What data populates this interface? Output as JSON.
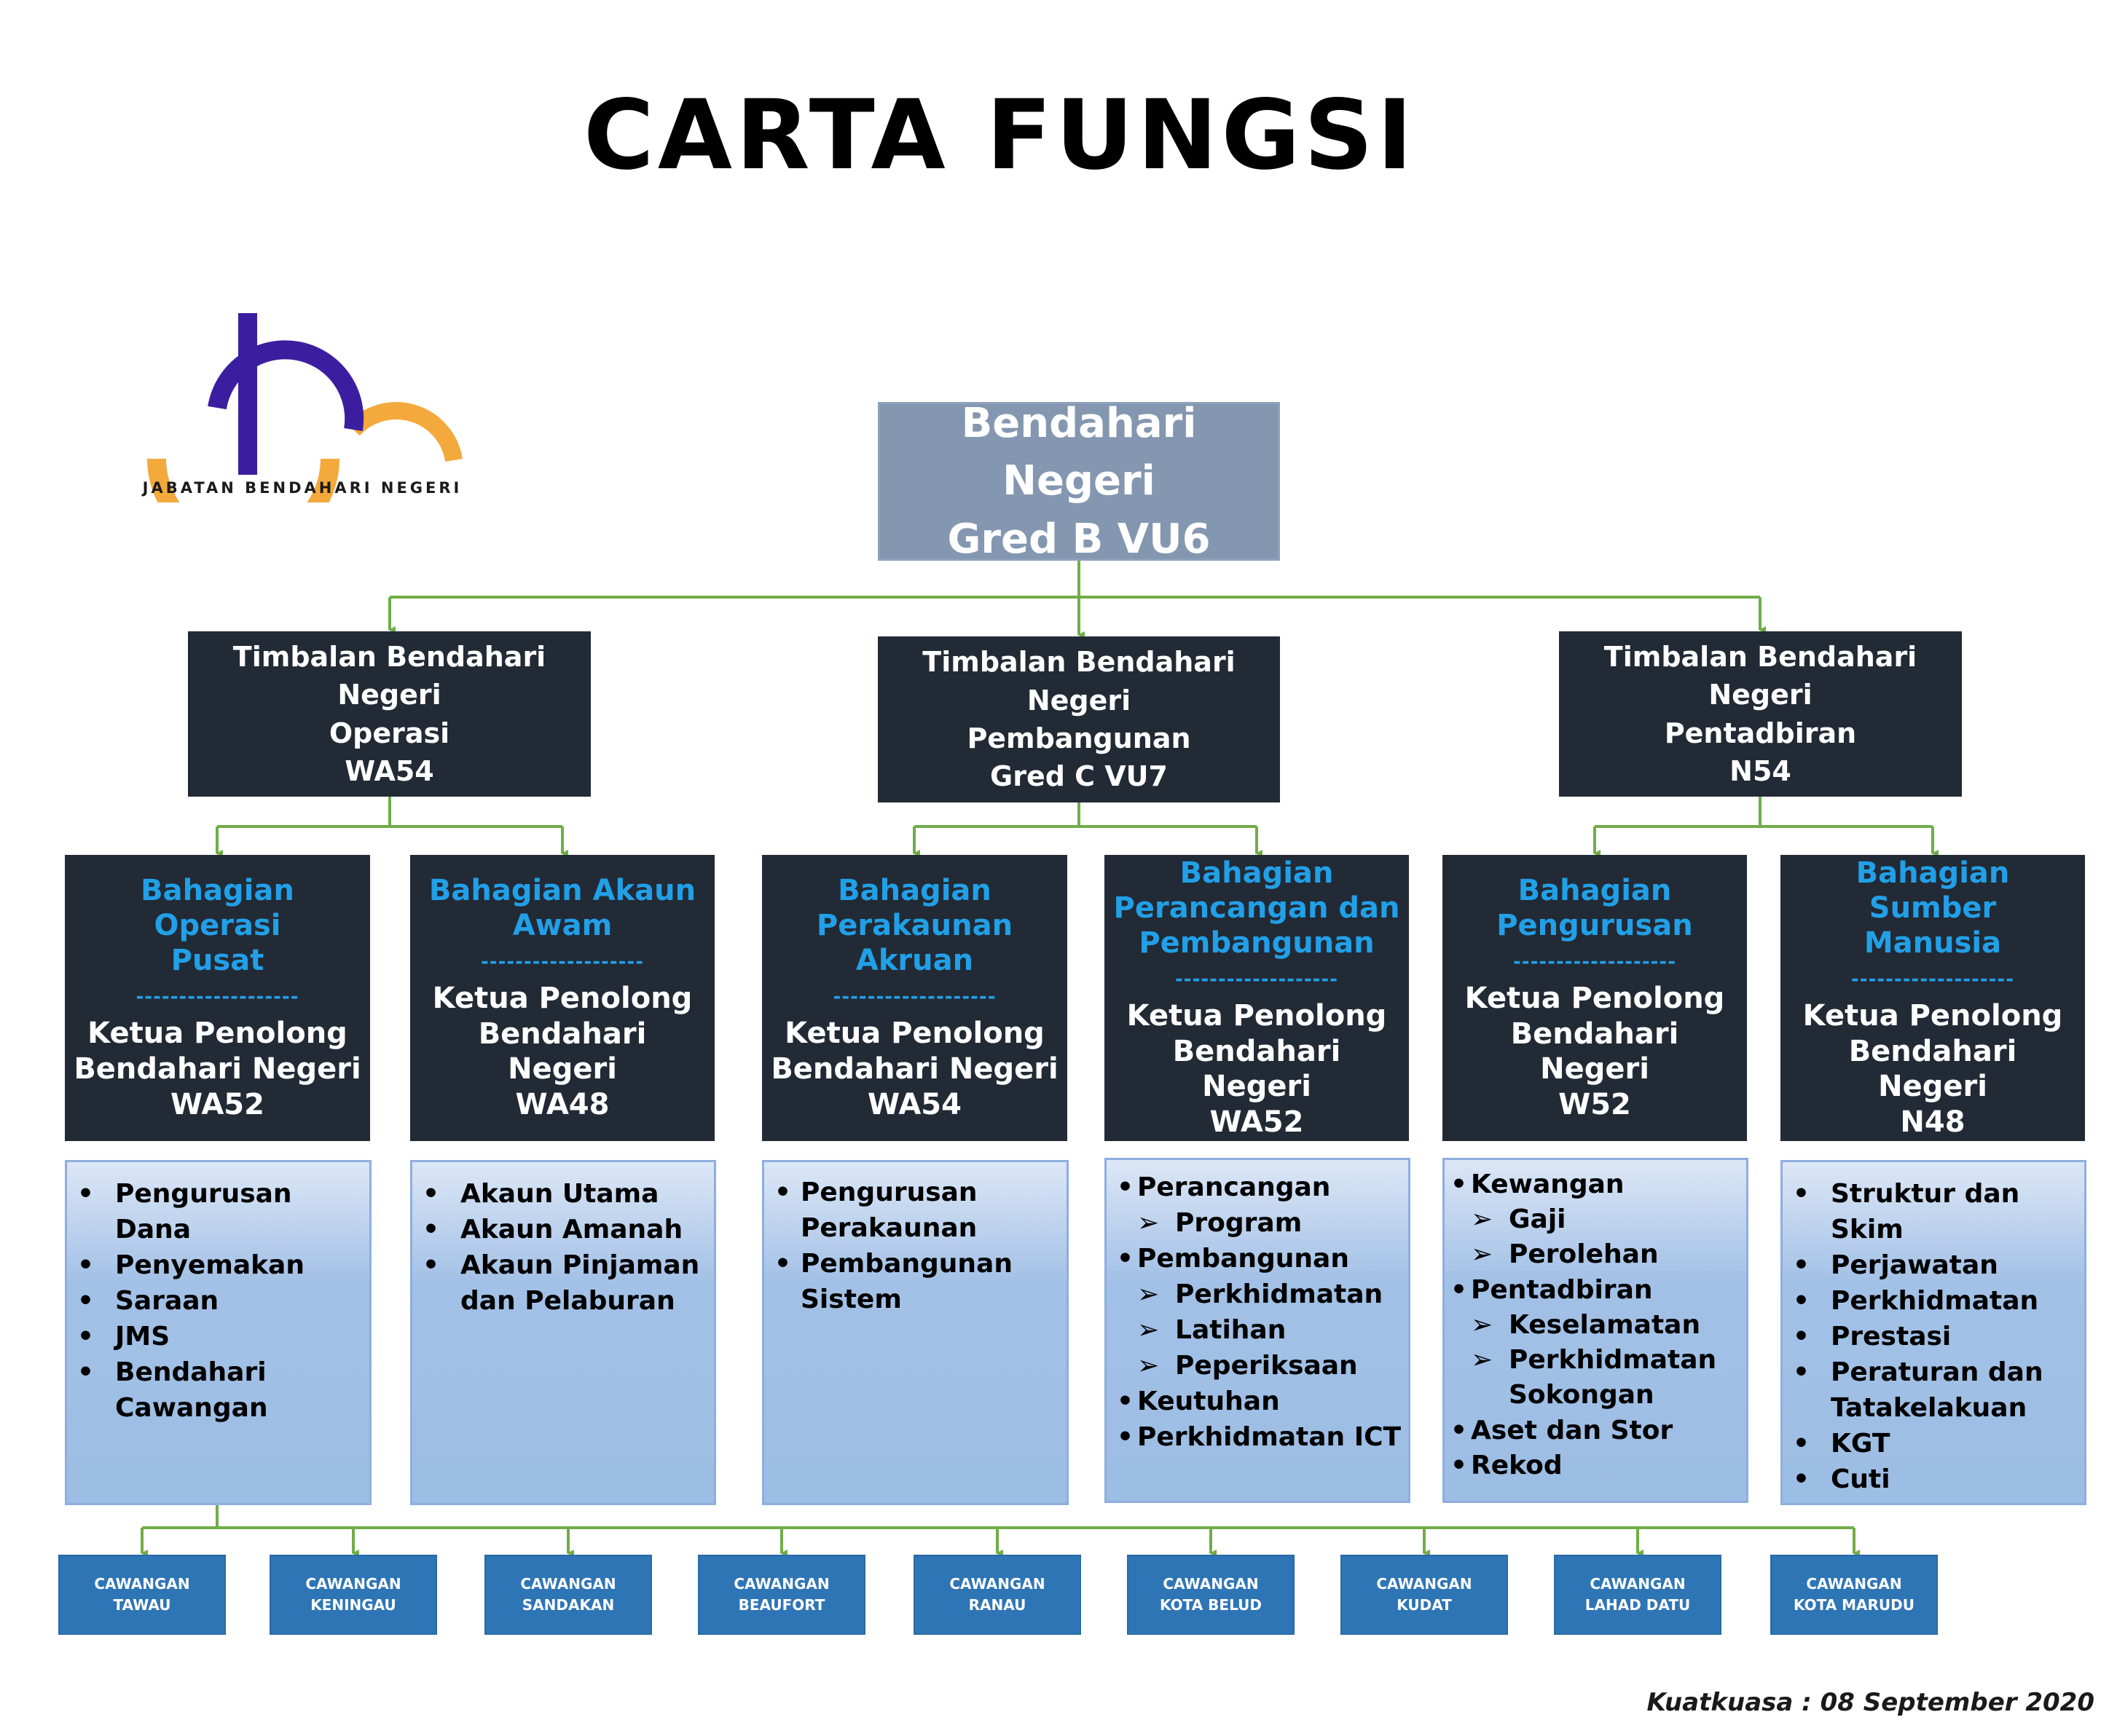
{
  "title": "CARTA FUNGSI",
  "logo": {
    "text": "JABATAN BENDAHARI NEGERI",
    "colors": {
      "purple": "#3b1ea0",
      "orange": "#f4a93c"
    }
  },
  "top": {
    "line1": "Bendahari Negeri",
    "line2": "Gred B VU6"
  },
  "deputies": [
    {
      "line1": "Timbalan Bendahari Negeri",
      "line2": "Operasi",
      "line3": "WA54"
    },
    {
      "line1": "Timbalan Bendahari Negeri",
      "line2": "Pembangunan",
      "line3": "Gred C VU7"
    },
    {
      "line1": "Timbalan Bendahari Negeri",
      "line2": "Pentadbiran",
      "line3": "N54"
    }
  ],
  "divisions": [
    {
      "name_lines": [
        "Bahagian Operasi",
        "Pusat"
      ],
      "separator": "-------------------",
      "role_lines": [
        "Ketua Penolong",
        "Bendahari Negeri",
        "WA52"
      ]
    },
    {
      "name_lines": [
        "Bahagian Akaun",
        "Awam"
      ],
      "separator": "-------------------",
      "role_lines": [
        "Ketua Penolong",
        "Bendahari Negeri",
        "WA48"
      ]
    },
    {
      "name_lines": [
        "Bahagian",
        "Perakaunan",
        "Akruan"
      ],
      "separator": "-------------------",
      "role_lines": [
        "Ketua Penolong",
        "Bendahari Negeri",
        "WA54"
      ]
    },
    {
      "name_lines": [
        "Bahagian",
        "Perancangan dan",
        "Pembangunan"
      ],
      "separator": "-------------------",
      "role_lines": [
        "Ketua Penolong",
        "Bendahari Negeri",
        "WA52"
      ]
    },
    {
      "name_lines": [
        "Bahagian",
        "Pengurusan"
      ],
      "separator": "-------------------",
      "role_lines": [
        "Ketua Penolong",
        "Bendahari Negeri",
        "W52"
      ]
    },
    {
      "name_lines": [
        "Bahagian Sumber",
        "Manusia"
      ],
      "separator": "-------------------",
      "role_lines": [
        "Ketua Penolong",
        "Bendahari Negeri",
        "N48"
      ]
    }
  ],
  "functions": [
    [
      {
        "lines": [
          "Pengurusan Dana"
        ]
      },
      {
        "lines": [
          "Penyemakan"
        ]
      },
      {
        "lines": [
          "Saraan"
        ]
      },
      {
        "lines": [
          "JMS"
        ]
      },
      {
        "lines": [
          "Bendahari",
          "Cawangan"
        ]
      }
    ],
    [
      {
        "lines": [
          "Akaun Utama"
        ]
      },
      {
        "lines": [
          "Akaun Amanah"
        ]
      },
      {
        "lines": [
          "Akaun Pinjaman",
          "dan Pelaburan"
        ]
      }
    ],
    [
      {
        "lines": [
          "Pengurusan",
          "Perakaunan"
        ]
      },
      {
        "lines": [
          "Pembangunan",
          "Sistem"
        ]
      }
    ],
    [
      {
        "lines": [
          "Perancangan"
        ],
        "sub": [
          {
            "lines": [
              "Program"
            ]
          }
        ]
      },
      {
        "lines": [
          "Pembangunan"
        ],
        "sub": [
          {
            "lines": [
              "Perkhidmatan"
            ]
          },
          {
            "lines": [
              "Latihan"
            ]
          },
          {
            "lines": [
              "Peperiksaan"
            ]
          }
        ]
      },
      {
        "lines": [
          "Keutuhan"
        ]
      },
      {
        "lines": [
          "Perkhidmatan ICT"
        ]
      }
    ],
    [
      {
        "lines": [
          "Kewangan"
        ],
        "sub": [
          {
            "lines": [
              "Gaji"
            ]
          },
          {
            "lines": [
              "Perolehan"
            ]
          }
        ]
      },
      {
        "lines": [
          "Pentadbiran"
        ],
        "sub": [
          {
            "lines": [
              "Keselamatan"
            ]
          },
          {
            "lines": [
              "Perkhidmatan",
              "Sokongan"
            ]
          }
        ]
      },
      {
        "lines": [
          "Aset dan Stor"
        ]
      },
      {
        "lines": [
          "Rekod"
        ]
      }
    ],
    [
      {
        "lines": [
          "Struktur dan Skim"
        ]
      },
      {
        "lines": [
          "Perjawatan"
        ]
      },
      {
        "lines": [
          "Perkhidmatan"
        ]
      },
      {
        "lines": [
          "Prestasi"
        ]
      },
      {
        "lines": [
          "Peraturan dan",
          "Tatakelakuan"
        ]
      },
      {
        "lines": [
          "KGT"
        ]
      },
      {
        "lines": [
          "Cuti"
        ]
      }
    ]
  ],
  "branches": [
    {
      "line1": "CAWANGAN",
      "line2": "TAWAU"
    },
    {
      "line1": "CAWANGAN",
      "line2": "KENINGAU"
    },
    {
      "line1": "CAWANGAN",
      "line2": "SANDAKAN"
    },
    {
      "line1": "CAWANGAN",
      "line2": "BEAUFORT"
    },
    {
      "line1": "CAWANGAN",
      "line2": "RANAU"
    },
    {
      "line1": "CAWANGAN",
      "line2": "KOTA BELUD"
    },
    {
      "line1": "CAWANGAN",
      "line2": "KUDAT"
    },
    {
      "line1": "CAWANGAN",
      "line2": "LAHAD DATU"
    },
    {
      "line1": "CAWANGAN",
      "line2": "KOTA MARUDU"
    }
  ],
  "footer": {
    "effective": "Kuatkuasa : 08 September 2020"
  },
  "colors": {
    "connector": "#70ad47",
    "top_box": "#8497b0",
    "dark_box": "#222a35",
    "division_name": "#21a0e8",
    "branch_box": "#2e75b6"
  }
}
